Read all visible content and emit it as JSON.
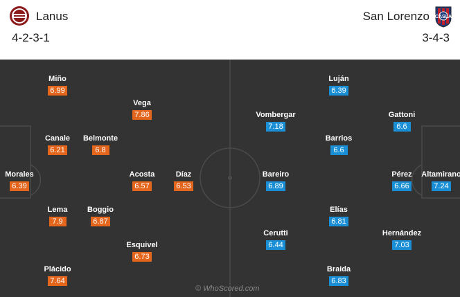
{
  "home": {
    "name": "Lanus",
    "formation": "4-2-3-1",
    "crest_icon": "lanus-crest-icon",
    "rating_color": "#e4661c",
    "players": [
      {
        "name": "Miño",
        "rating": "6.99"
      },
      {
        "name": "Vega",
        "rating": "7.86"
      },
      {
        "name": "Canale",
        "rating": "6.21"
      },
      {
        "name": "Belmonte",
        "rating": "6.8"
      },
      {
        "name": "Morales",
        "rating": "6.39"
      },
      {
        "name": "Acosta",
        "rating": "6.57"
      },
      {
        "name": "Díaz",
        "rating": "6.53"
      },
      {
        "name": "Lema",
        "rating": "7.9"
      },
      {
        "name": "Boggio",
        "rating": "6.87"
      },
      {
        "name": "Esquivel",
        "rating": "6.73"
      },
      {
        "name": "Plácido",
        "rating": "7.64"
      }
    ]
  },
  "away": {
    "name": "San Lorenzo",
    "formation": "3-4-3",
    "crest_icon": "san-lorenzo-crest-icon",
    "rating_color": "#1a8fd6",
    "players": [
      {
        "name": "Luján",
        "rating": "6.39"
      },
      {
        "name": "Vombergar",
        "rating": "7.18"
      },
      {
        "name": "Gattoni",
        "rating": "6.6"
      },
      {
        "name": "Barrios",
        "rating": "6.6"
      },
      {
        "name": "Bareiro",
        "rating": "6.89"
      },
      {
        "name": "Pérez",
        "rating": "6.66"
      },
      {
        "name": "Altamirano",
        "rating": "7.24"
      },
      {
        "name": "Elías",
        "rating": "6.81"
      },
      {
        "name": "Cerutti",
        "rating": "6.44"
      },
      {
        "name": "Hernández",
        "rating": "7.03"
      },
      {
        "name": "Braida",
        "rating": "6.83"
      }
    ]
  },
  "watermark": "© WhoScored.com"
}
